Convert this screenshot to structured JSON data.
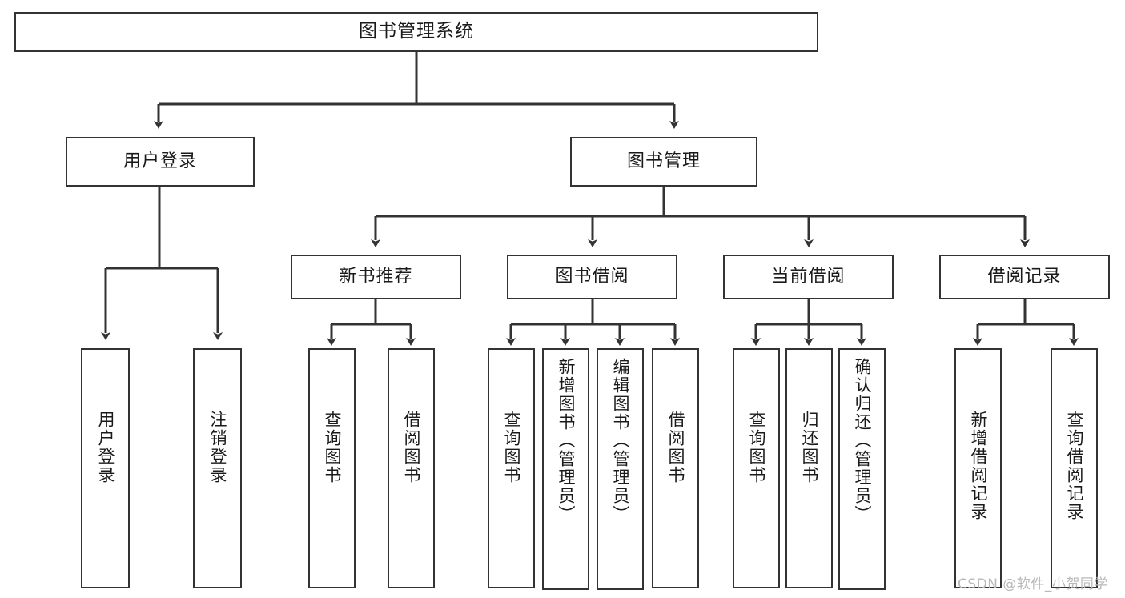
{
  "diagram": {
    "title": "图书管理系统",
    "type": "tree-hierarchy-diagram",
    "root": {
      "label": "图书管理系统"
    },
    "level2": [
      {
        "id": "user-login",
        "label": "用户登录"
      },
      {
        "id": "book-manage",
        "label": "图书管理"
      }
    ],
    "level3": [
      {
        "id": "new-book-recommend",
        "label": "新书推荐",
        "parent": "book-manage"
      },
      {
        "id": "book-borrow",
        "label": "图书借阅",
        "parent": "book-manage"
      },
      {
        "id": "current-borrow",
        "label": "当前借阅",
        "parent": "book-manage"
      },
      {
        "id": "borrow-record",
        "label": "借阅记录",
        "parent": "book-manage"
      }
    ],
    "leaves": [
      {
        "id": "leaf-user-login",
        "label": "用户登录",
        "parent": "user-login"
      },
      {
        "id": "leaf-logout-login",
        "label": "注销登录",
        "parent": "user-login"
      },
      {
        "id": "leaf-query-book-1",
        "label": "查询图书",
        "parent": "new-book-recommend"
      },
      {
        "id": "leaf-borrow-book-1",
        "label": "借阅图书",
        "parent": "new-book-recommend"
      },
      {
        "id": "leaf-query-book-2",
        "label": "查询图书",
        "parent": "book-borrow"
      },
      {
        "id": "leaf-add-book",
        "label": "新增图书（管理员）",
        "parent": "book-borrow"
      },
      {
        "id": "leaf-edit-book",
        "label": "编辑图书（管理员）",
        "parent": "book-borrow"
      },
      {
        "id": "leaf-borrow-book-2",
        "label": "借阅图书",
        "parent": "book-borrow"
      },
      {
        "id": "leaf-query-book-3",
        "label": "查询图书",
        "parent": "current-borrow"
      },
      {
        "id": "leaf-return-book",
        "label": "归还图书",
        "parent": "current-borrow"
      },
      {
        "id": "leaf-confirm-return",
        "label": "确认归还（管理员）",
        "parent": "current-borrow"
      },
      {
        "id": "leaf-add-record",
        "label": "新增借阅记录",
        "parent": "borrow-record"
      },
      {
        "id": "leaf-query-record",
        "label": "查询借阅记录",
        "parent": "borrow-record"
      }
    ],
    "watermark": "CSDN @软件_小贺同学",
    "colors": {
      "border": "#333333",
      "background": "#ffffff",
      "text": "#1a1a1a",
      "watermark": "#b9b9b9"
    }
  }
}
